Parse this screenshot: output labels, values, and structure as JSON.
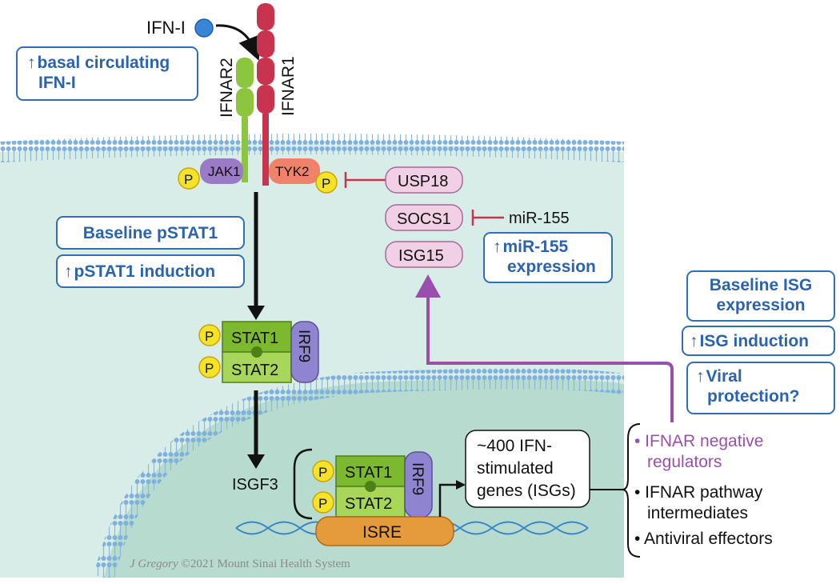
{
  "diagram": {
    "ligand": "IFN-I",
    "receptors": {
      "r2": "IFNAR2",
      "r1": "IFNAR1"
    },
    "kinases": {
      "jak": "JAK1",
      "tyk": "TYK2"
    },
    "phospho": "P",
    "regulators": {
      "usp18": "USP18",
      "socs1": "SOCS1",
      "isg15": "ISG15",
      "mir": "miR-155"
    },
    "complex_upper": {
      "stat1": "STAT1",
      "stat2": "STAT2",
      "irf9": "IRF9"
    },
    "complex_lower": {
      "label": "ISGF3",
      "stat1": "STAT1",
      "stat2": "STAT2",
      "irf9": "IRF9"
    },
    "isre": "ISRE",
    "isgs_lines": [
      "~400 IFN-",
      "stimulated",
      "genes (ISGs)"
    ],
    "categories": {
      "neg": [
        "• IFNAR negative",
        "regulators"
      ],
      "inter": [
        "• IFNAR pathway",
        "intermediates"
      ],
      "antiviral": "• Antiviral effectors"
    },
    "colors": {
      "highlight_blue": "#2b63ad",
      "regulator_purple": "#9a4fae",
      "ifnar1_red": "#c8334e",
      "ifnar2_green": "#8cc63f",
      "stat_green": "#7cb92f",
      "phospho_yellow": "#f5e32a",
      "isre_orange": "#e59a3c",
      "cytoplasm": "#d8ede8"
    }
  },
  "findings": {
    "basal": {
      "arrow": "↑",
      "lines": [
        "basal circulating",
        "IFN-I"
      ]
    },
    "baseline_pstat1": "Baseline pSTAT1",
    "pstat1_induction": {
      "arrow": "↑",
      "text": "pSTAT1 induction"
    },
    "mir_expr": {
      "arrow": "↑",
      "lines": [
        "miR-155",
        "expression"
      ]
    },
    "baseline_isg": [
      "Baseline ISG",
      "expression"
    ],
    "isg_induction": {
      "arrow": "↑",
      "text": "ISG induction"
    },
    "viral": {
      "arrow": "↑",
      "lines": [
        "Viral",
        "protection?"
      ]
    }
  },
  "credit": {
    "author": "J Gregory",
    "rest": " ©2021 Mount Sinai Health System"
  }
}
